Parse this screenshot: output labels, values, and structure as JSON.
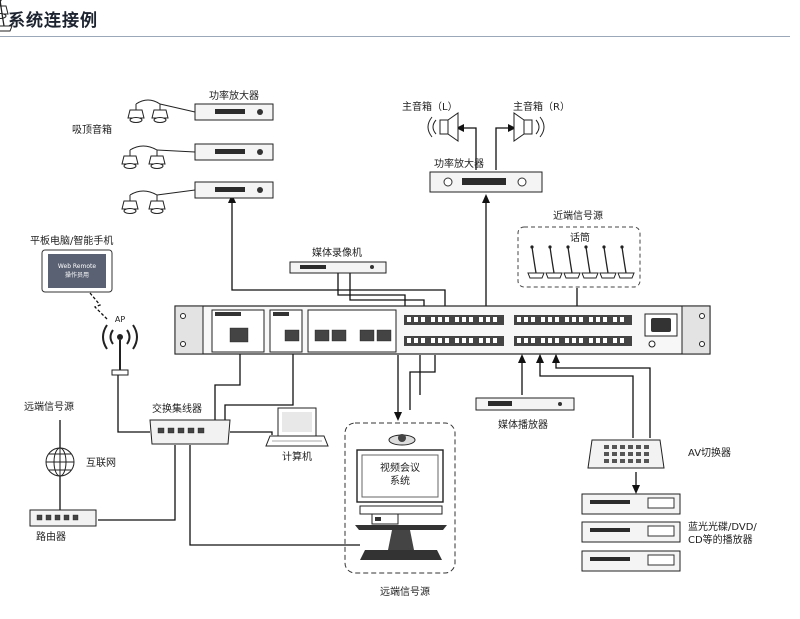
{
  "header": {
    "title": "系统连接例"
  },
  "labels": {
    "power_amp_ceiling": "功率放大器",
    "ceiling_speaker": "吸顶音箱",
    "main_speaker_l": "主音箱（L）",
    "main_speaker_r": "主音箱（R）",
    "power_amp_main": "功率放大器",
    "tablet": "平板电脑/智能手机",
    "media_recorder": "媒体录像机",
    "near_source": "近端信号源",
    "microphone": "话筒",
    "ap": "AP",
    "far_source_left": "远端信号源",
    "switch": "交换集线器",
    "internet": "互联网",
    "router": "路由器",
    "computer": "计算机",
    "video_conf": "视频会议\n系统",
    "media_player": "媒体播放器",
    "av_switcher": "AV切换器",
    "bluray_players": "蓝光光碟/DVD/\nCD等的播放器",
    "far_source_bottom": "远端信号源"
  },
  "tablet_screen": {
    "line1": "Web Remote",
    "line2": "操作员用"
  }
}
